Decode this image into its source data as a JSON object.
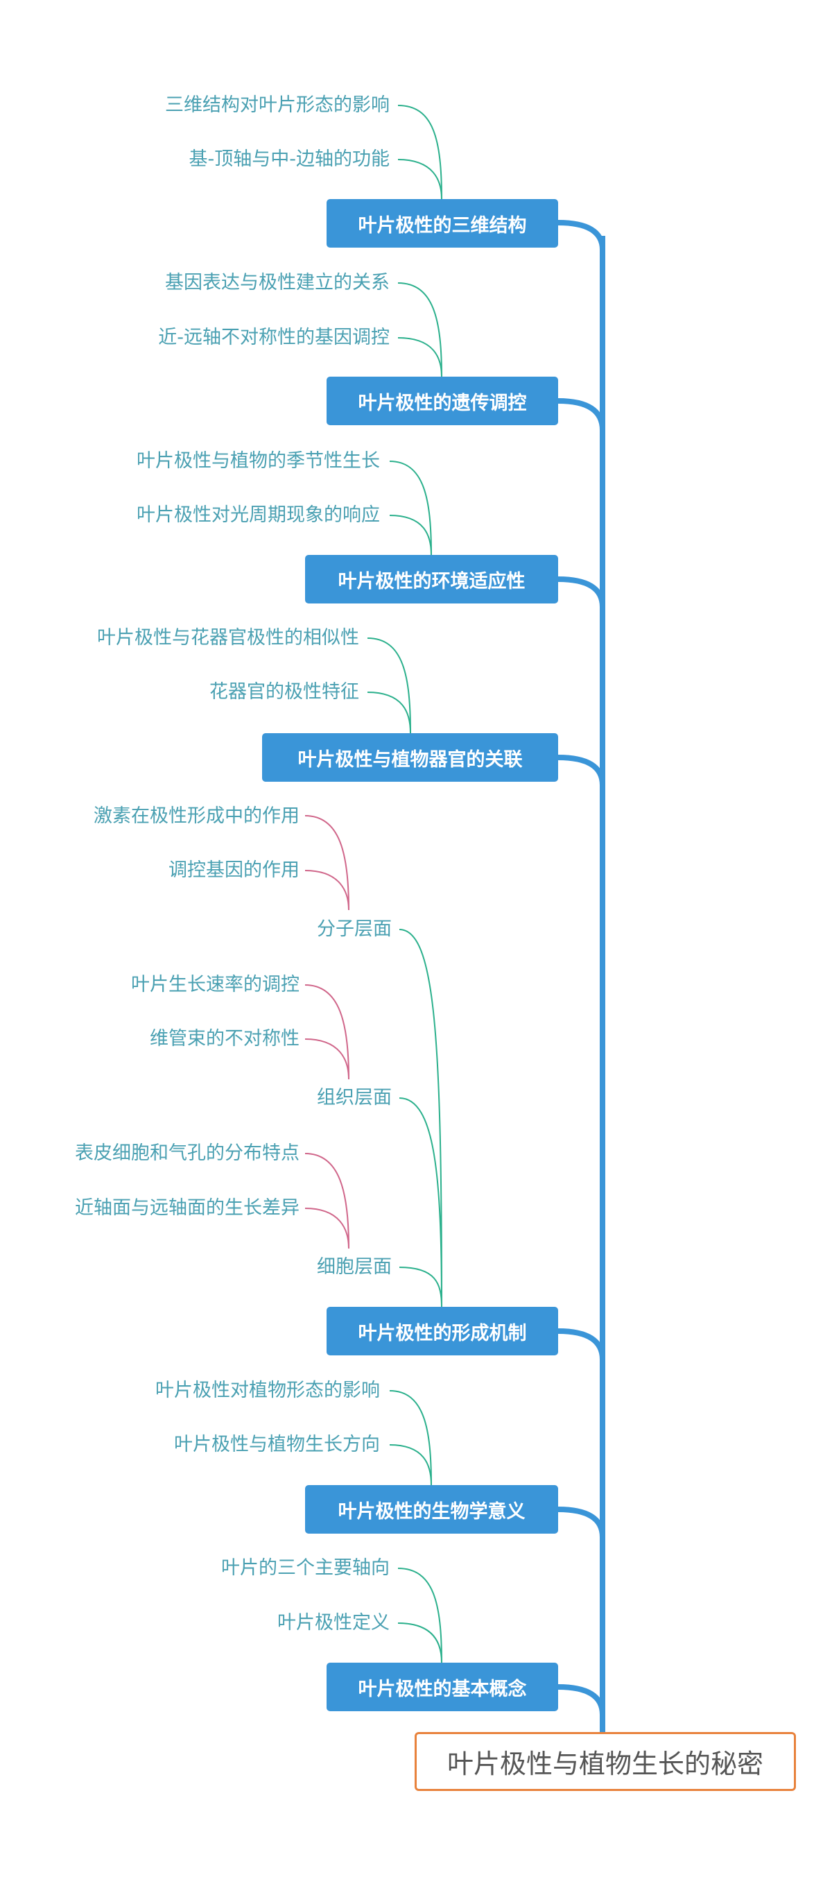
{
  "root": {
    "label": "叶片极性与植物生长的秘密",
    "border_color": "#e8823c"
  },
  "colors": {
    "branch_fill": "#3a95d8",
    "trunk": "#3a95d8",
    "leaf_line": "#2bb08c",
    "sub_leaf_line": "#d0668a",
    "leaf_text": "#4aa0b2"
  },
  "branches": [
    {
      "label": "叶片极性的三维结构",
      "children": [
        "三维结构对叶片形态的影响",
        "基-顶轴与中-边轴的功能"
      ]
    },
    {
      "label": "叶片极性的遗传调控",
      "children": [
        "基因表达与极性建立的关系",
        "近-远轴不对称性的基因调控"
      ]
    },
    {
      "label": "叶片极性的环境适应性",
      "children": [
        "叶片极性与植物的季节性生长",
        "叶片极性对光周期现象的响应"
      ]
    },
    {
      "label": "叶片极性与植物器官的关联",
      "children": [
        "叶片极性与花器官极性的相似性",
        "花器官的极性特征"
      ]
    },
    {
      "label": "叶片极性的形成机制",
      "children": [
        {
          "label": "分子层面",
          "children": [
            "激素在极性形成中的作用",
            "调控基因的作用"
          ]
        },
        {
          "label": "组织层面",
          "children": [
            "叶片生长速率的调控",
            "维管束的不对称性"
          ]
        },
        {
          "label": "细胞层面",
          "children": [
            "表皮细胞和气孔的分布特点",
            "近轴面与远轴面的生长差异"
          ]
        }
      ]
    },
    {
      "label": "叶片极性的生物学意义",
      "children": [
        "叶片极性对植物形态的影响",
        "叶片极性与植物生长方向"
      ]
    },
    {
      "label": "叶片极性的基本概念",
      "children": [
        "叶片的三个主要轴向",
        "叶片极性定义"
      ]
    }
  ]
}
